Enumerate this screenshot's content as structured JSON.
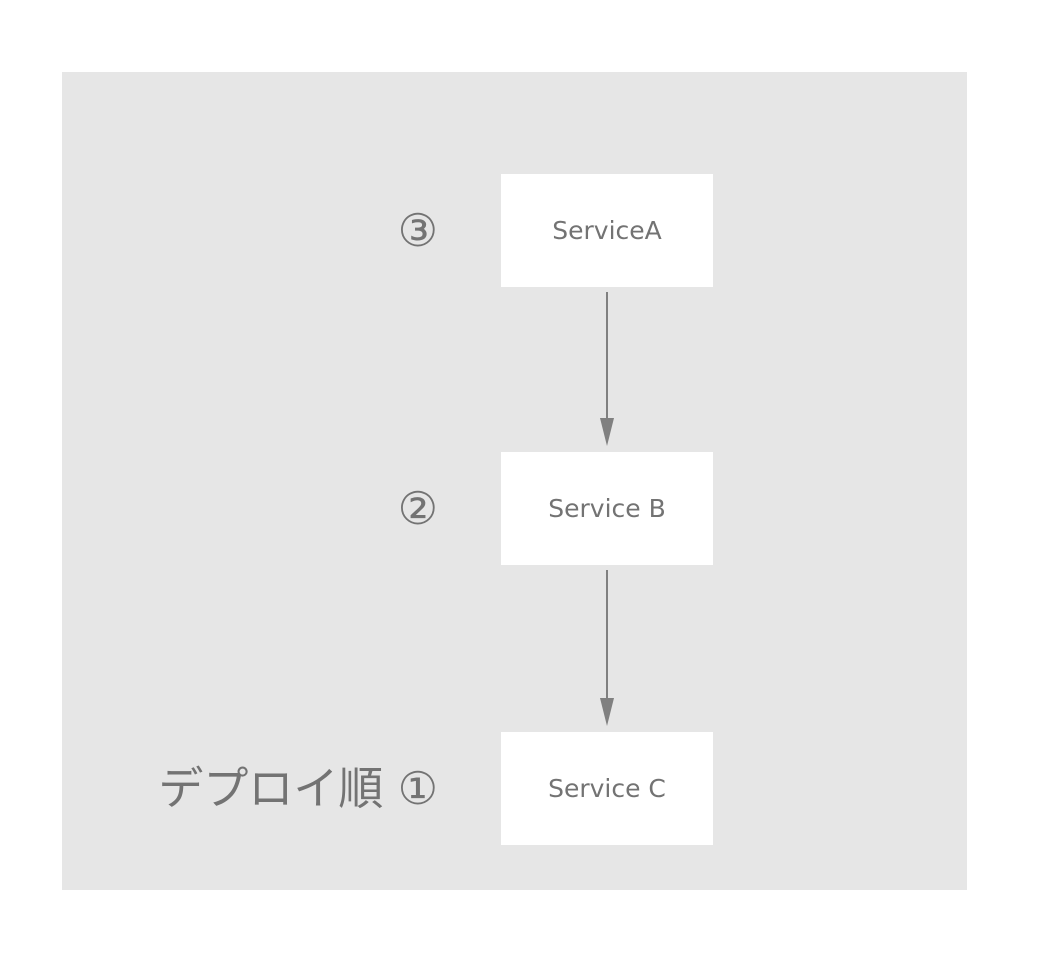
{
  "diagram": {
    "nodes": [
      {
        "id": "a",
        "label": "ServiceA",
        "order": "③"
      },
      {
        "id": "b",
        "label": "Service B",
        "order": "②"
      },
      {
        "id": "c",
        "label": "Service C",
        "order": "デプロイ順 ①"
      }
    ],
    "edges": [
      {
        "from": "a",
        "to": "b"
      },
      {
        "from": "b",
        "to": "c"
      }
    ],
    "colors": {
      "panel": "#e6e6e6",
      "node_fill": "#ffffff",
      "text": "#737373",
      "arrow": "#808080"
    }
  }
}
